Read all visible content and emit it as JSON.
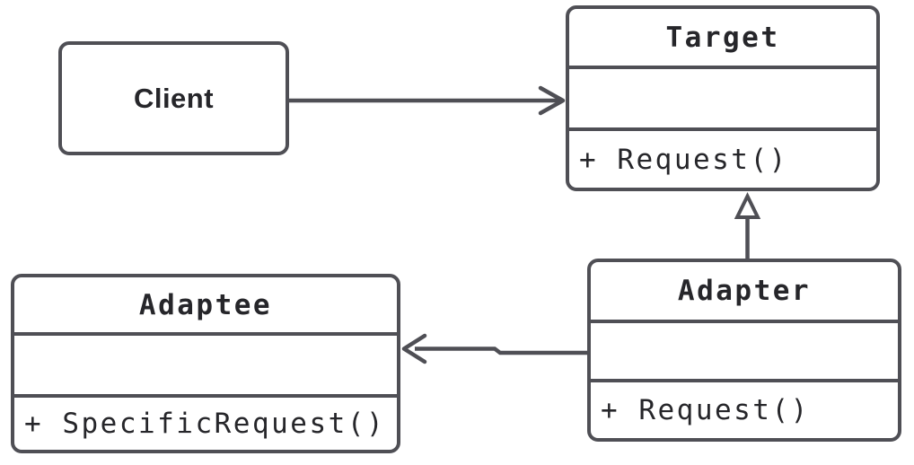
{
  "colors": {
    "stroke": "#4f4f55",
    "text": "#26262a",
    "background": "#ffffff"
  },
  "nodes": {
    "client": {
      "label": "Client"
    },
    "target": {
      "title": "Target",
      "attributes": "",
      "operations": "+ Request()"
    },
    "adapter": {
      "title": "Adapter",
      "attributes": "",
      "operations": "+ Request()"
    },
    "adaptee": {
      "title": "Adaptee",
      "attributes": "",
      "operations": "+ SpecificRequest()"
    }
  },
  "edges": [
    {
      "from": "Client",
      "to": "Target",
      "type": "association",
      "arrowhead": "open-arrow"
    },
    {
      "from": "Adapter",
      "to": "Target",
      "type": "generalization",
      "arrowhead": "hollow-triangle"
    },
    {
      "from": "Adapter",
      "to": "Adaptee",
      "type": "association",
      "arrowhead": "open-arrow"
    }
  ]
}
